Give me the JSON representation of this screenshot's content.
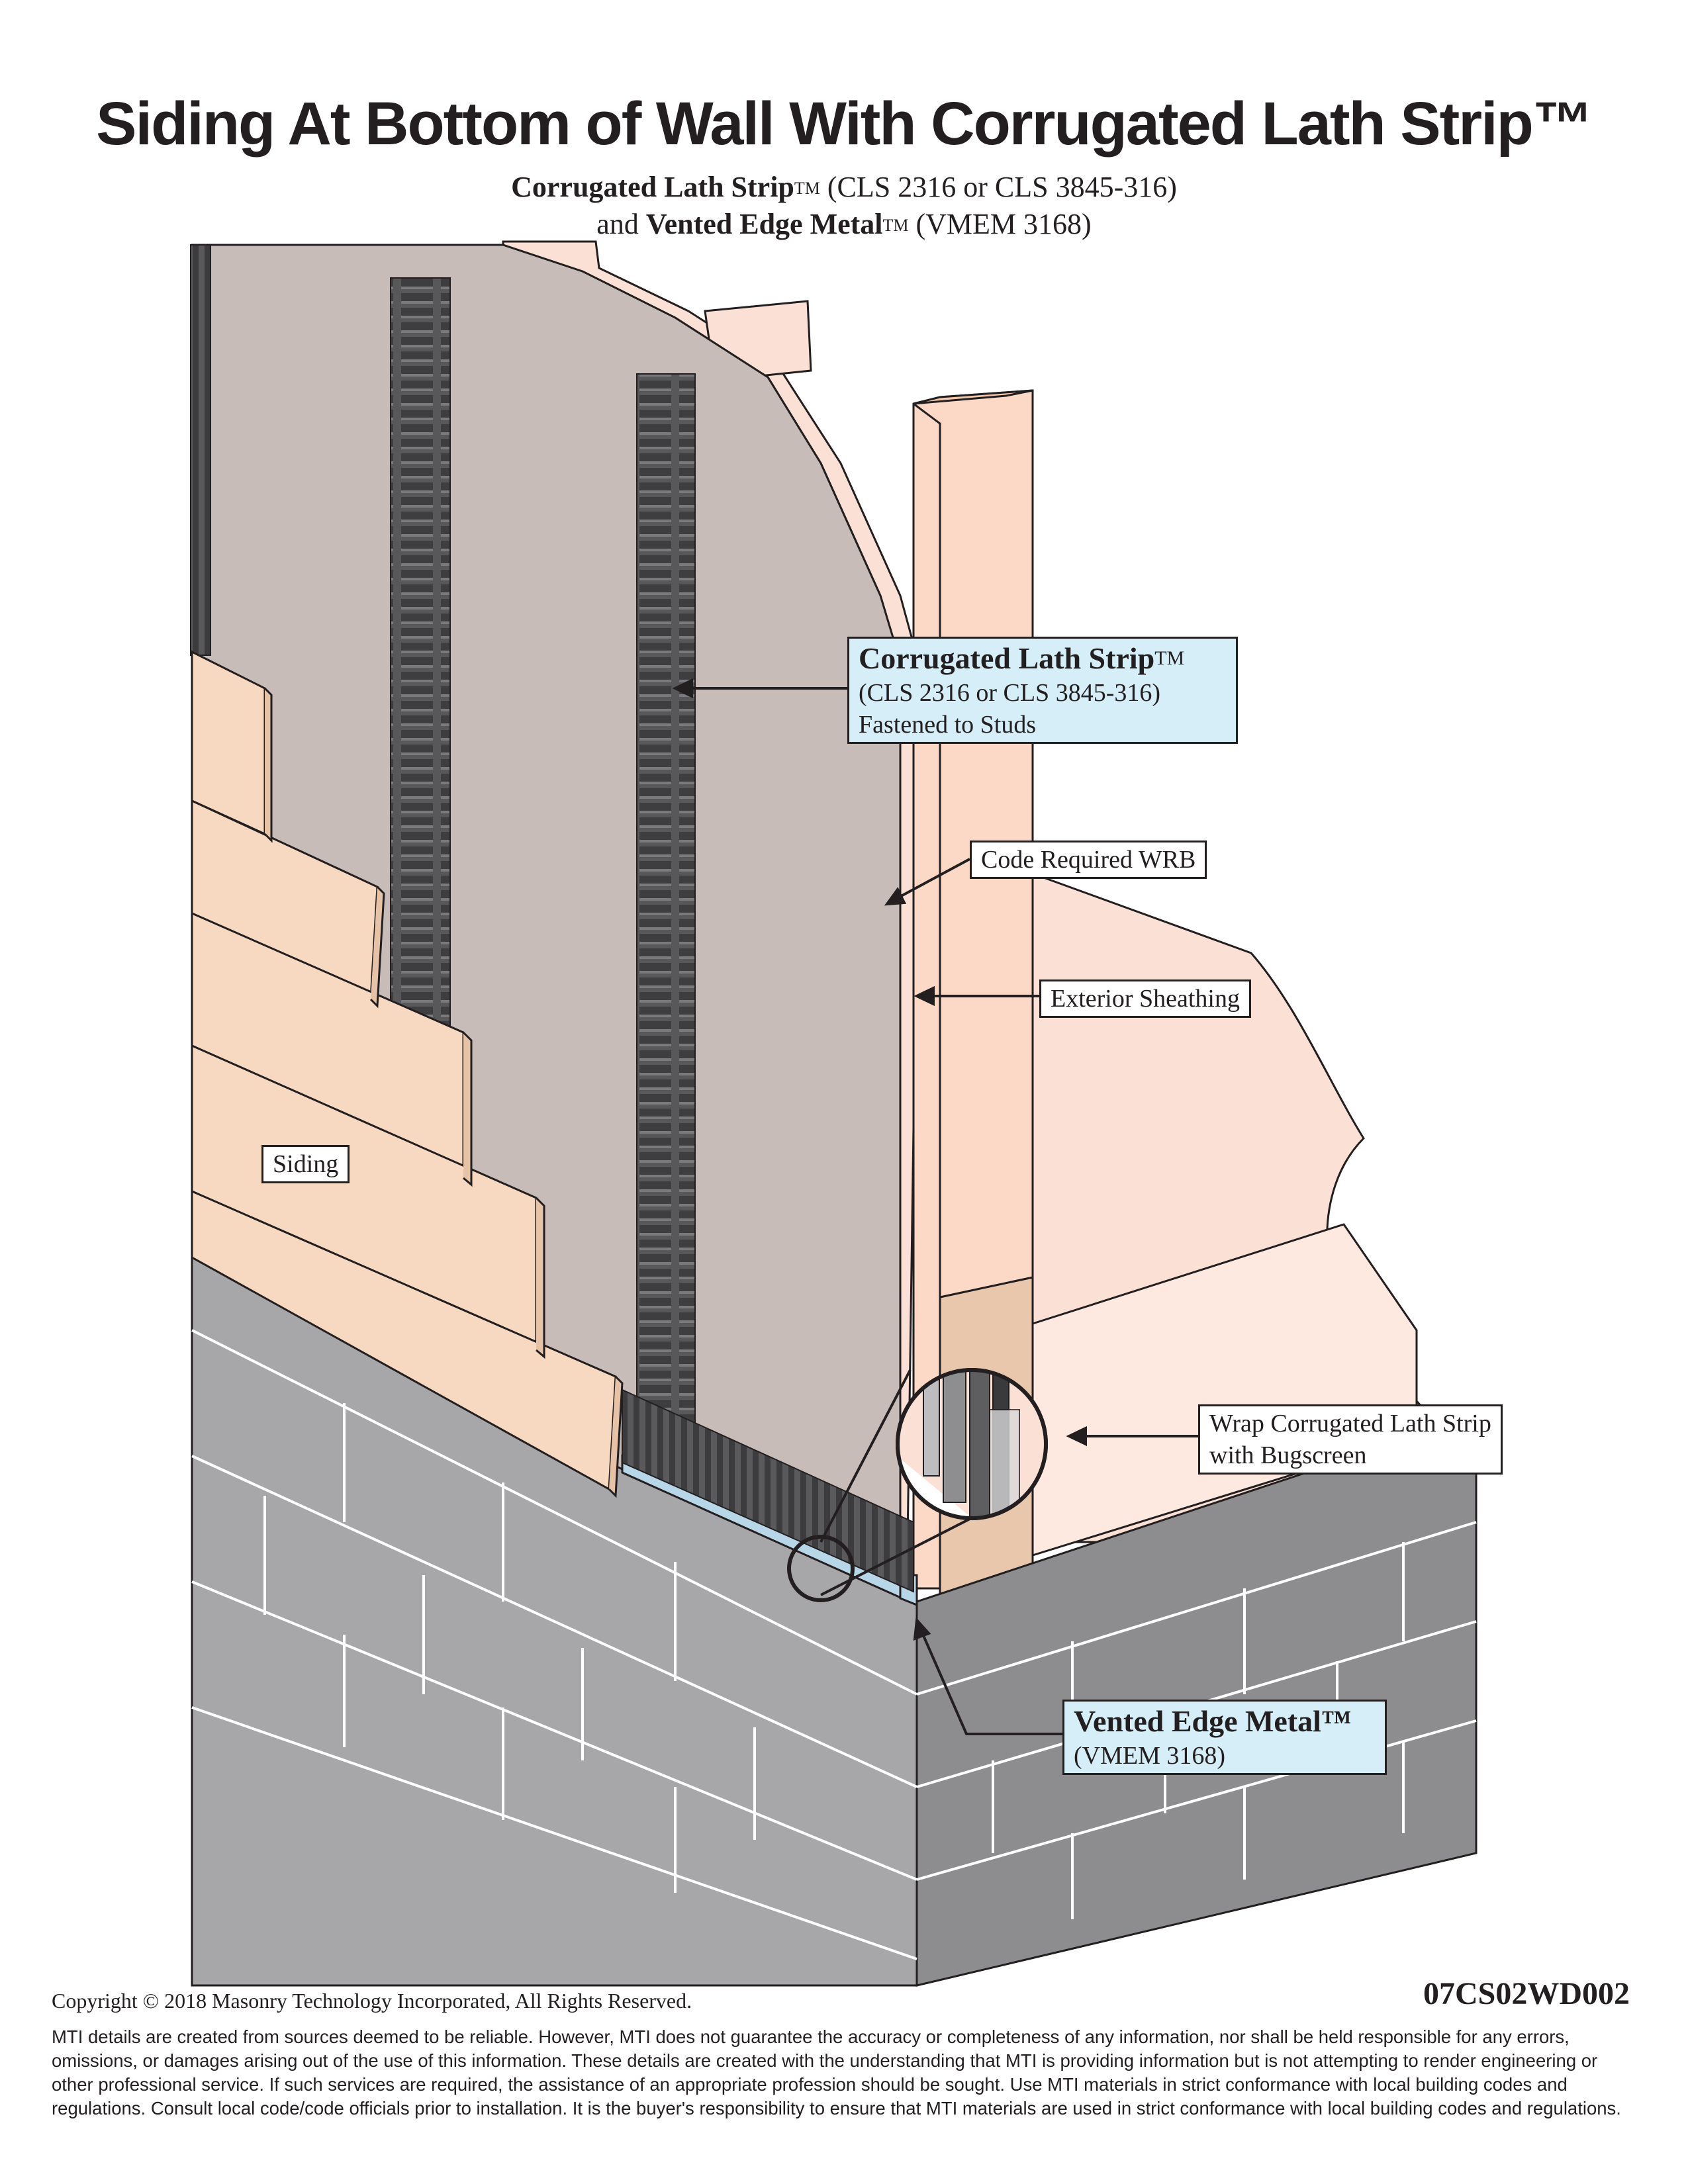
{
  "title": "Siding At Bottom of Wall With Corrugated Lath Strip™",
  "subtitle": {
    "line1_bold": "Corrugated Lath Strip",
    "line1_tm": "TM",
    "line1_rest": " (CLS 2316 or CLS 3845-316)",
    "line2_pre": "and ",
    "line2_bold": "Vented Edge Metal",
    "line2_tm": "TM",
    "line2_rest": " (VMEM 3168)"
  },
  "callouts": {
    "lath_strip": {
      "title": "Corrugated Lath Strip",
      "tm": "TM",
      "line2": "(CLS 2316 or CLS 3845-316)",
      "line3": "Fastened to Studs"
    },
    "wrb": "Code Required WRB",
    "sheathing": "Exterior Sheathing",
    "siding": "Siding",
    "bugscreen_line1": "Wrap Corrugated Lath Strip",
    "bugscreen_line2": "with Bugscreen",
    "vented_edge": {
      "title": "Vented Edge Metal™",
      "line2": "(VMEM 3168)"
    }
  },
  "colors": {
    "siding": "#f6d9c0",
    "wrb": "#c7bcb8",
    "sheathing": "#fbe1d5",
    "lath": "#4a4a4c",
    "block": "#a7a7a9",
    "block_side": "#8d8d8f",
    "callout_blue": "#d6eef7",
    "vent_metal": "#b7d7e8"
  },
  "footer": {
    "copyright": "Copyright © 2018 Masonry Technology Incorporated, All Rights Reserved.",
    "doc_number": "07CS02WD002",
    "disclaimer": "MTI details are created from sources deemed to be reliable.  However, MTI does not guarantee the accuracy or completeness of any information, nor shall be held responsible for any errors, omissions, or damages  arising out of the use of this information.  These details are created with the understanding that MTI is providing information but is not attempting to render engineering or other professional service.  If such services are required, the assistance of an appropriate profession should be sought.  Use MTI materials in strict conformance with local building codes and regulations.  Consult local code/code officials prior to installation.  It is the buyer's responsibility to ensure that MTI materials are used in strict conformance with local building codes and regulations."
  }
}
